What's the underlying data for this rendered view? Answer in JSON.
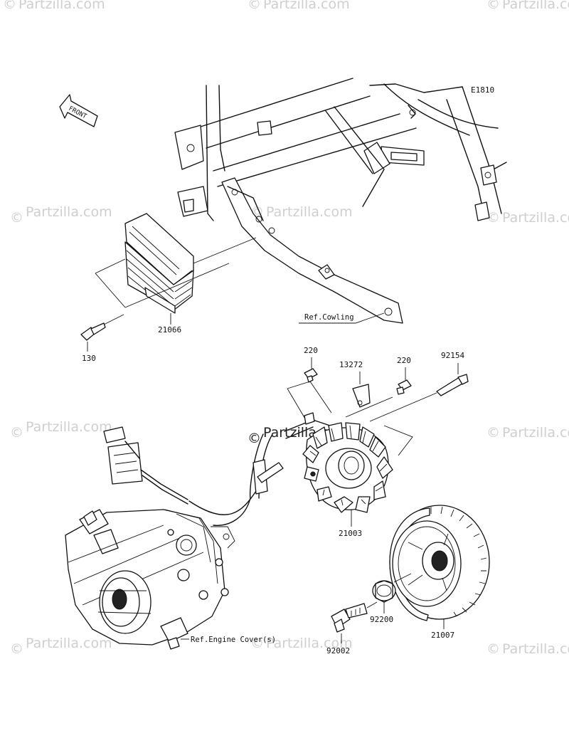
{
  "diagram_code": "E1810",
  "front_arrow_label": "FRONT",
  "watermark_text": "Partzilla.com",
  "watermark_center_text": "Partzilla.com",
  "parts": {
    "regulator": "21066",
    "regulator_bolt": "130",
    "stator_bolt_left": "220",
    "stator_bolt_right": "220",
    "clamp": "13272",
    "bolt_long": "92154",
    "stator": "21003",
    "rotor": "21007",
    "washer": "92200",
    "rotor_bolt": "92002"
  },
  "refs": {
    "cowling": "Ref.Cowling",
    "engine_cover": "Ref.Engine Cover(s)"
  }
}
